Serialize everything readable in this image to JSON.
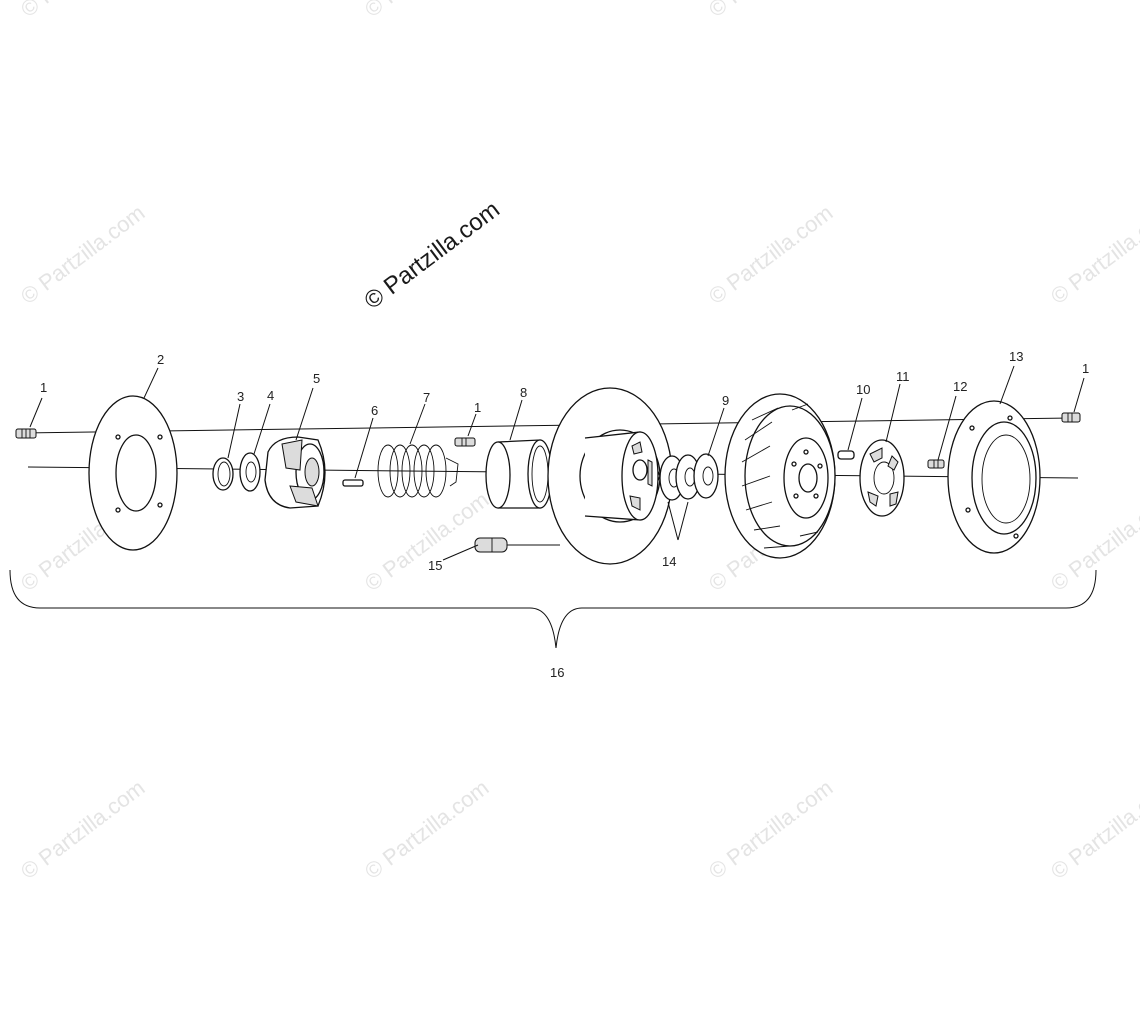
{
  "watermark": {
    "main_text": "© Partzilla.com",
    "tile_text": "© Partzilla.com"
  },
  "callouts": {
    "c1a": "1",
    "c1b": "1",
    "c1c": "1",
    "c2": "2",
    "c3": "3",
    "c4": "4",
    "c5": "5",
    "c6": "6",
    "c7": "7",
    "c8": "8",
    "c9": "9",
    "c10": "10",
    "c11": "11",
    "c12": "12",
    "c13": "13",
    "c14": "14",
    "c15": "15",
    "c16": "16"
  }
}
